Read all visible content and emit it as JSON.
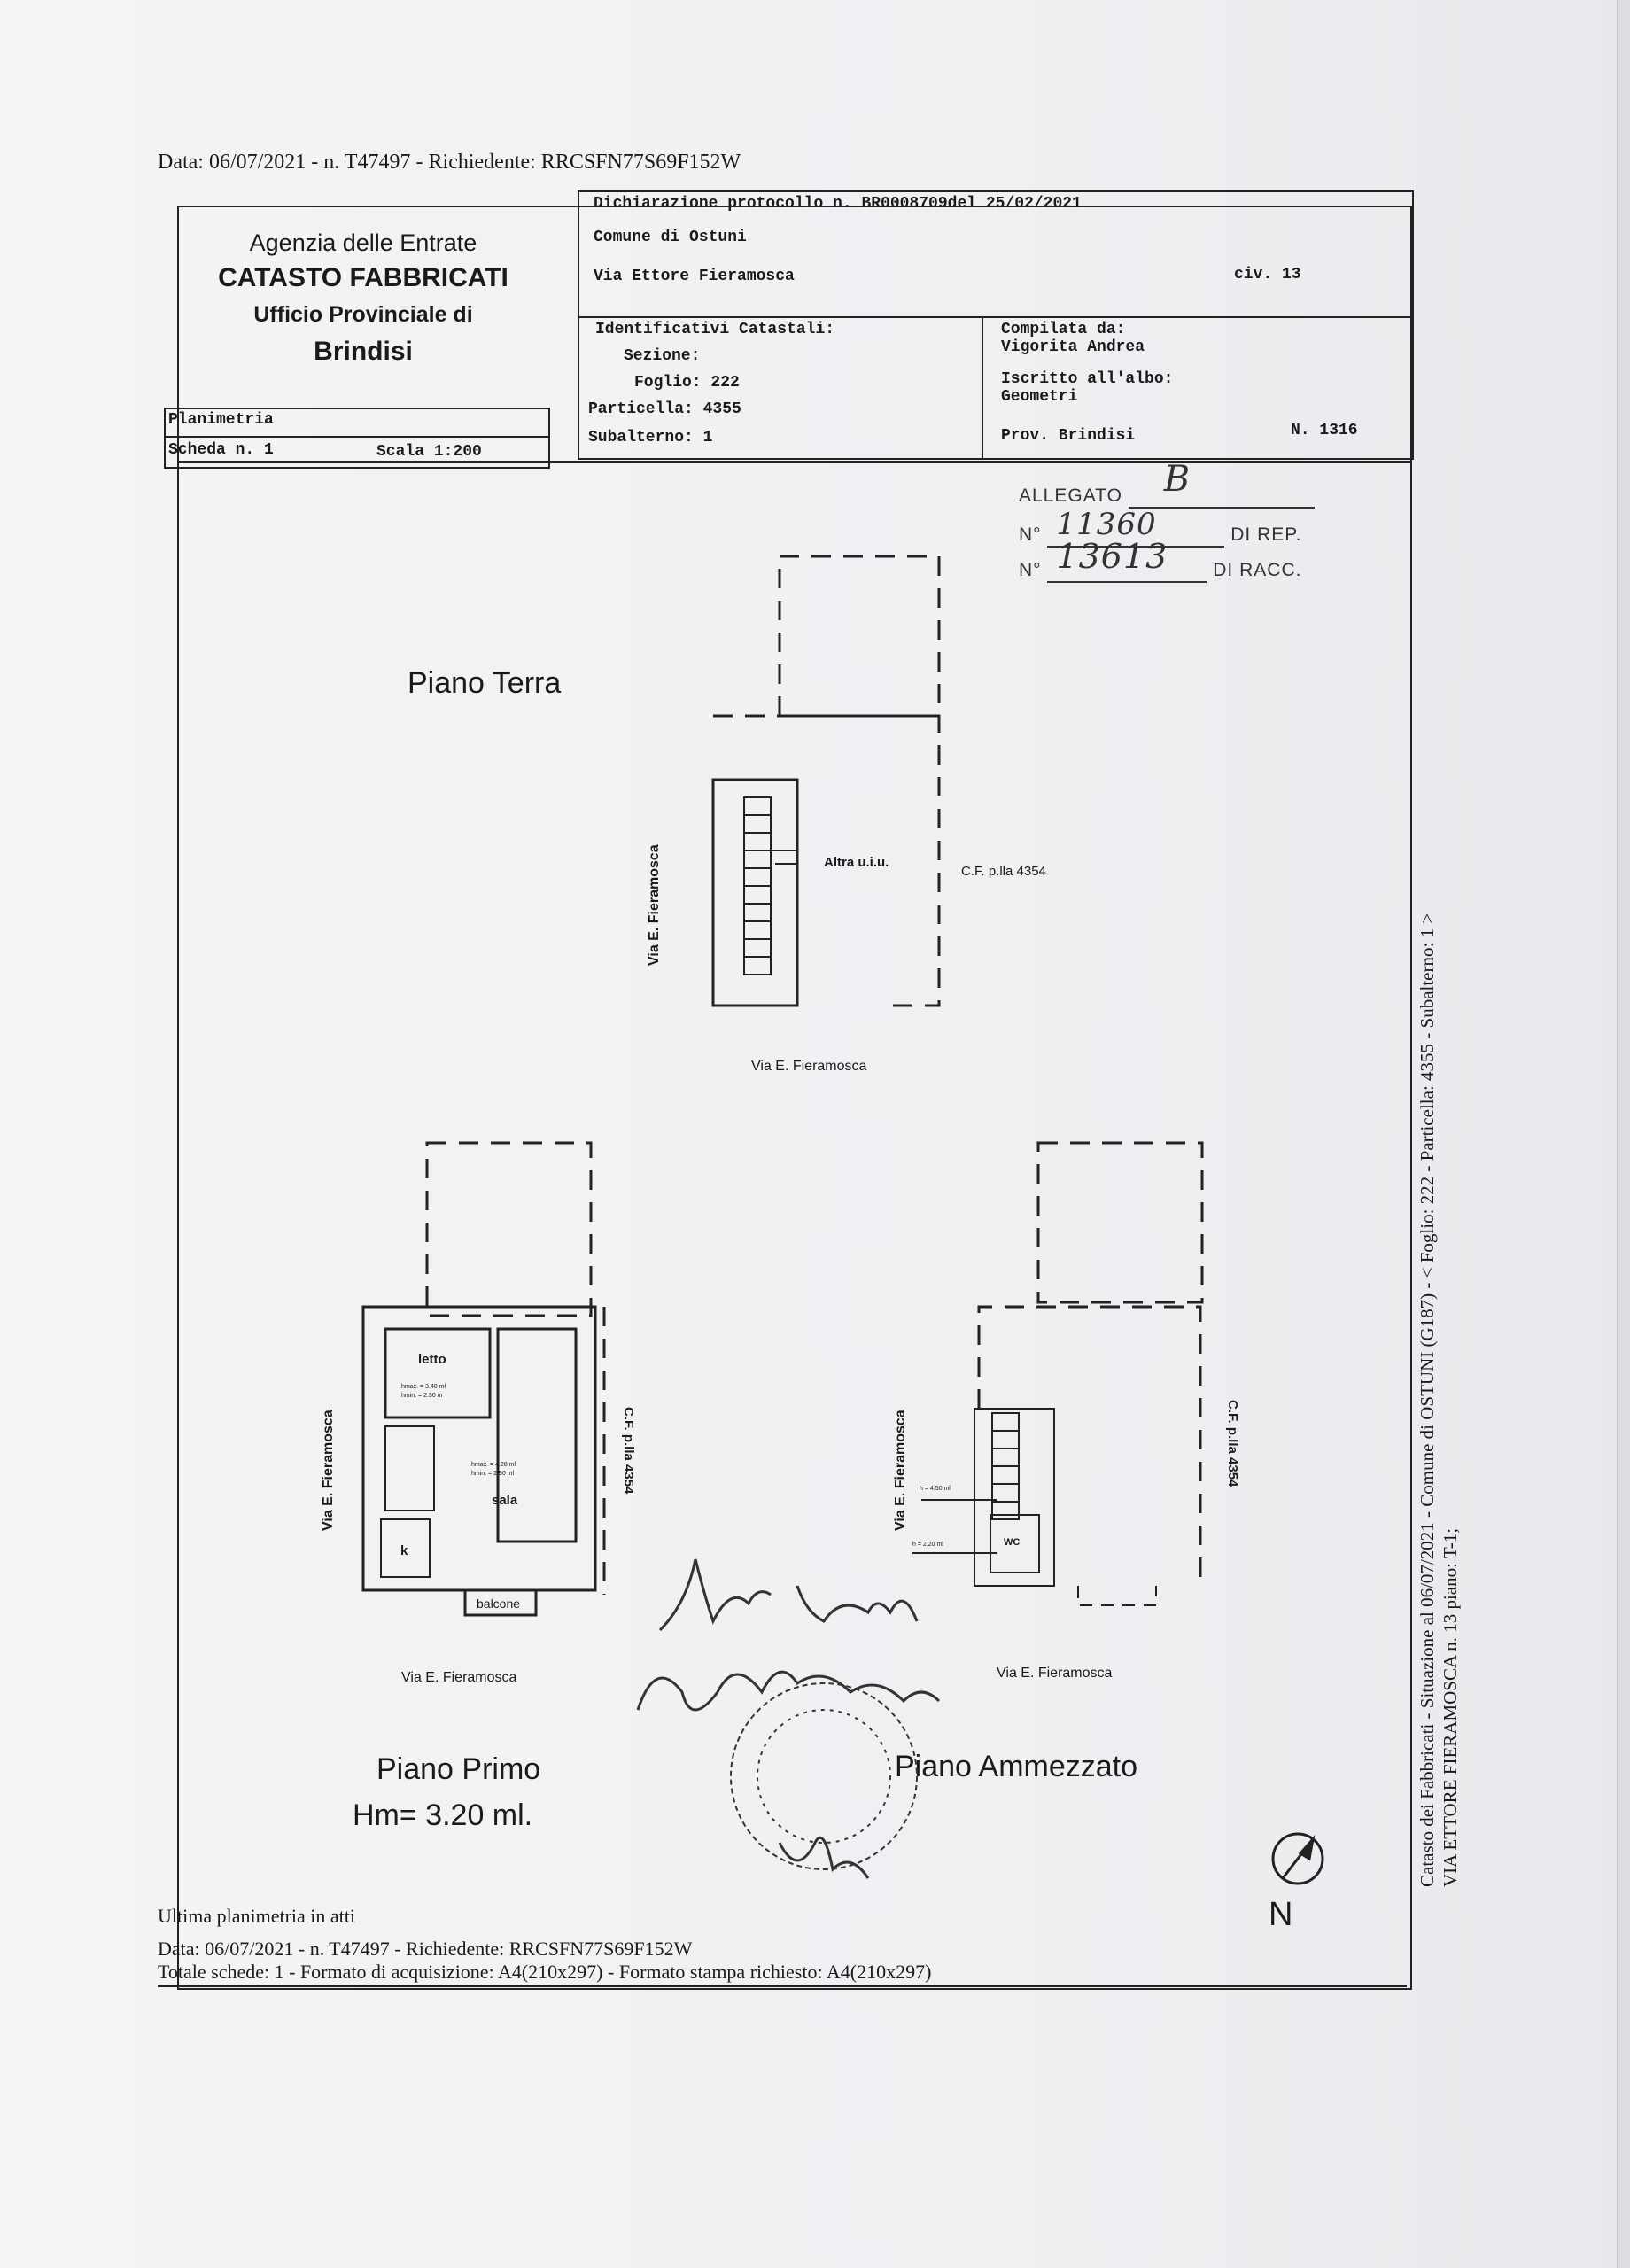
{
  "header_line": "Data: 06/07/2021 - n. T47497 - Richiedente: RRCSFN77S69F152W",
  "agency": {
    "line1": "Agenzia delle Entrate",
    "line2": "CATASTO FABBRICATI",
    "line3": "Ufficio Provinciale di",
    "line4": "Brindisi"
  },
  "declaration": {
    "protocol": "Dichiarazione protocollo n. BR0008709del  25/02/2021",
    "comune": "Comune di Ostuni",
    "address": "Via Ettore Fieramosca",
    "civ": "civ. 13"
  },
  "identifiers": {
    "title": "Identificativi Catastali:",
    "sezione": "Sezione:",
    "foglio": "Foglio: 222",
    "particella": "Particella: 4355",
    "subalterno": "Subalterno: 1"
  },
  "compiler": {
    "label": "Compilata da:",
    "name": "Vigorita Andrea",
    "albo_label": "Iscritto all'albo:",
    "albo": "Geometri",
    "prov": "Prov. Brindisi",
    "number": "N. 1316"
  },
  "planimetria": {
    "title": "Planimetria",
    "scheda": "Scheda n. 1",
    "scala": "Scala 1:200"
  },
  "allegato": {
    "label": "ALLEGATO",
    "letter": "B",
    "rep_prefix": "N°",
    "rep_number": "11360",
    "rep_suffix": "DI REP.",
    "racc_prefix": "N°",
    "racc_number": "13613",
    "racc_suffix": "DI RACC."
  },
  "plans": {
    "piano_terra": "Piano Terra",
    "piano_primo": "Piano Primo",
    "hm": "Hm= 3.20 ml.",
    "piano_ammezzato": "Piano Ammezzato",
    "street": "Via E. Fieramosca",
    "altra_uiu": "Altra u.i.u.",
    "cf_plla": "C.F. p.lla 4354",
    "rooms": {
      "letto": "letto",
      "letto_h": "hmax. = 3.40 ml",
      "letto_hmin": "hmin. = 2.30 m",
      "sala": "sala",
      "sala_h": "hmax. = 4.20 ml",
      "sala_hmin": "hmin. = 2.90 ml",
      "k": "k",
      "balcone": "balcone",
      "wc": "WC",
      "h1": "h = 4.50 ml",
      "h2": "h = 2.20 ml"
    }
  },
  "north": "N",
  "footer": {
    "ultima": "Ultima planimetria in atti",
    "data": "Data: 06/07/2021 - n. T47497 - Richiedente: RRCSFN77S69F152W",
    "totale": "Totale schede: 1 - Formato di acquisizione: A4(210x297)  - Formato stampa richiesto: A4(210x297)"
  },
  "side_text": {
    "line1": "Catasto dei Fabbricati - Situazione al 06/07/2021 - Comune di OSTUNI (G187) - < Foglio: 222 - Particella: 4355 - Subalterno: 1 >",
    "line2": "VIA ETTORE FIERAMOSCA n. 13 piano: T-1;"
  }
}
